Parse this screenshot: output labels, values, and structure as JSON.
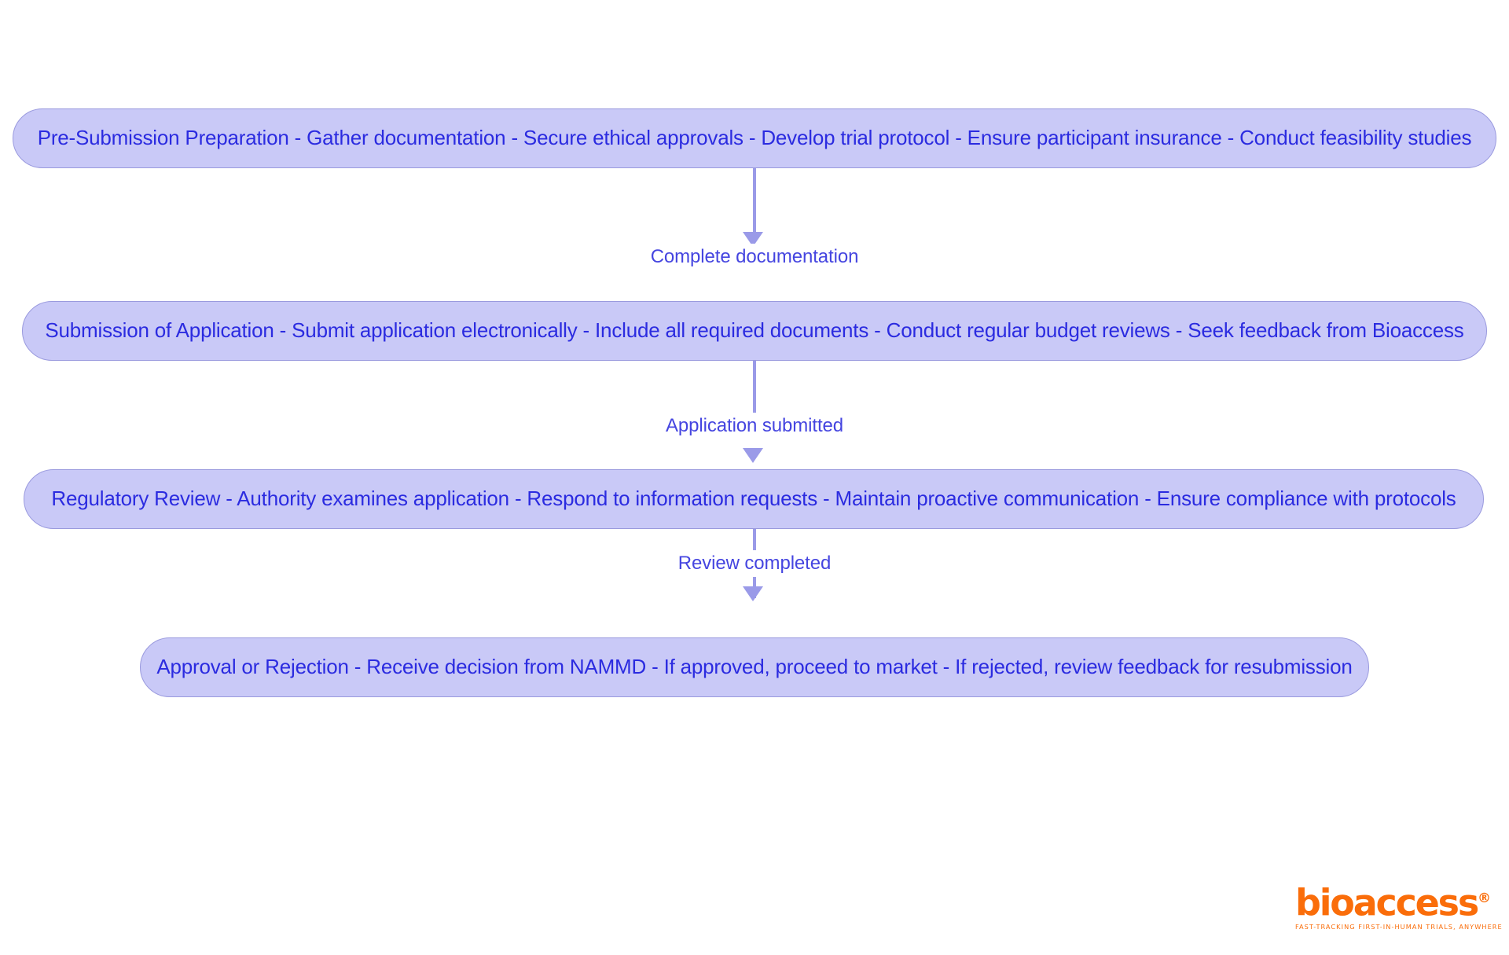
{
  "diagram": {
    "type": "flowchart",
    "orientation": "top-to-bottom",
    "colors": {
      "node_fill": "#c9c9f7",
      "node_border": "#9a9ade",
      "node_text": "#2b2be0",
      "edge_line": "#9a9ae8",
      "edge_label_text": "#4545e0",
      "background": "#ffffff",
      "brand": "#fa6d0a"
    },
    "nodes": [
      {
        "id": "pre-submission-preparation",
        "label": "Pre-Submission Preparation - Gather documentation - Secure ethical approvals - Develop trial protocol - Ensure participant insurance - Conduct feasibility studies"
      },
      {
        "id": "submission-of-application",
        "label": "Submission of Application - Submit application electronically - Include all required documents - Conduct regular budget reviews - Seek feedback from Bioaccess"
      },
      {
        "id": "regulatory-review",
        "label": "Regulatory Review - Authority examines application - Respond to information requests - Maintain proactive communication - Ensure compliance with protocols"
      },
      {
        "id": "approval-or-rejection",
        "label": "Approval or Rejection - Receive decision from NAMMD - If approved, proceed to market - If rejected, review feedback for resubmission"
      }
    ],
    "edges": [
      {
        "id": "edge-1",
        "from": "pre-submission-preparation",
        "to": "submission-of-application",
        "label": "Complete documentation"
      },
      {
        "id": "edge-2",
        "from": "submission-of-application",
        "to": "regulatory-review",
        "label": "Application submitted"
      },
      {
        "id": "edge-3",
        "from": "regulatory-review",
        "to": "approval-or-rejection",
        "label": "Review completed"
      }
    ]
  },
  "branding": {
    "wordmark": "bioaccess",
    "registered_mark": "®",
    "tagline": "FAST-TRACKING FIRST-IN-HUMAN TRIALS, ANYWHERE"
  }
}
